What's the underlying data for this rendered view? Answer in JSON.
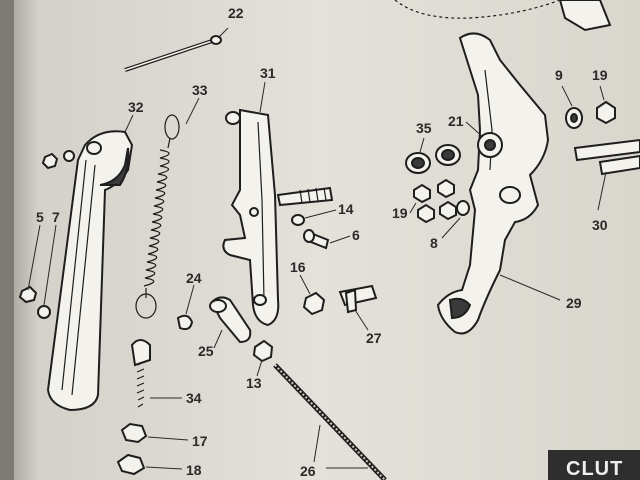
{
  "callouts": [
    {
      "id": "22",
      "label": "22"
    },
    {
      "id": "33",
      "label": "33"
    },
    {
      "id": "31",
      "label": "31"
    },
    {
      "id": "32",
      "label": "32"
    },
    {
      "id": "5",
      "label": "5"
    },
    {
      "id": "7",
      "label": "7"
    },
    {
      "id": "14",
      "label": "14"
    },
    {
      "id": "6",
      "label": "6"
    },
    {
      "id": "16",
      "label": "16"
    },
    {
      "id": "27",
      "label": "27"
    },
    {
      "id": "24",
      "label": "24"
    },
    {
      "id": "25",
      "label": "25"
    },
    {
      "id": "13",
      "label": "13"
    },
    {
      "id": "34",
      "label": "34"
    },
    {
      "id": "17",
      "label": "17"
    },
    {
      "id": "18",
      "label": "18"
    },
    {
      "id": "26",
      "label": "26"
    },
    {
      "id": "35",
      "label": "35"
    },
    {
      "id": "21",
      "label": "21"
    },
    {
      "id": "19a",
      "label": "19"
    },
    {
      "id": "8",
      "label": "8"
    },
    {
      "id": "9",
      "label": "9"
    },
    {
      "id": "19b",
      "label": "19"
    },
    {
      "id": "30",
      "label": "30"
    },
    {
      "id": "29",
      "label": "29"
    }
  ],
  "banner": {
    "text": "CLUT"
  }
}
